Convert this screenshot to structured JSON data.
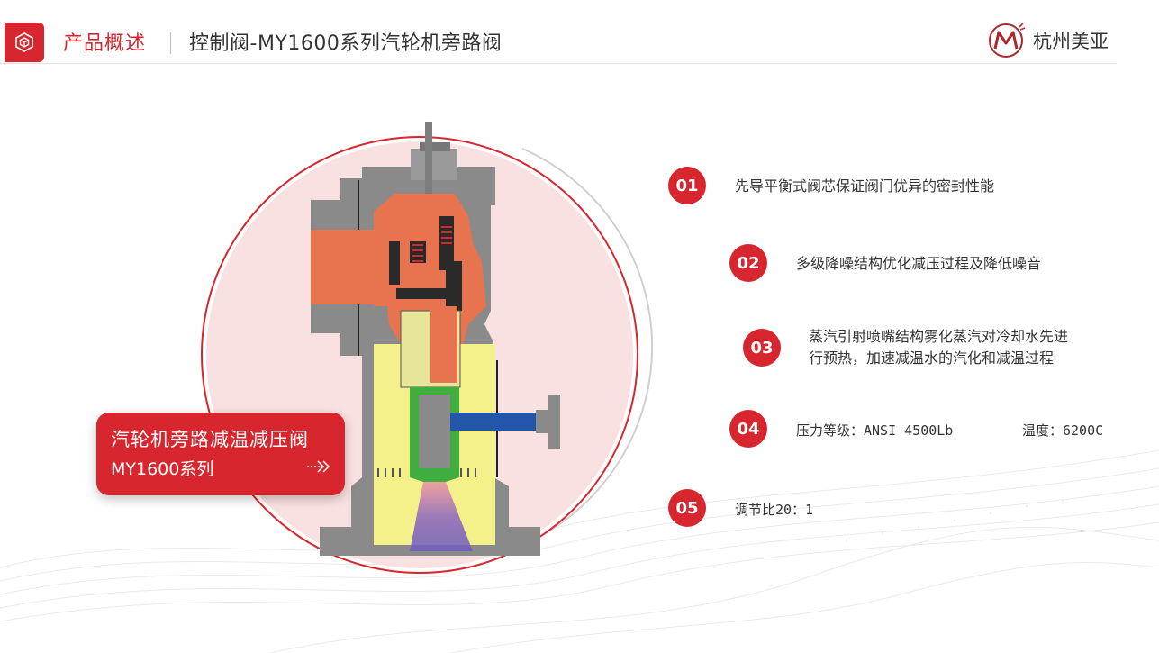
{
  "header": {
    "section_label": "产品概述",
    "page_title": "控制阀-MY1600系列汽轮机旁路阀",
    "logo_text": "杭州美亚",
    "brand_color": "#d7262e"
  },
  "callout": {
    "line1": "汽轮机旁路减温减压阀",
    "line2": "MY1600系列"
  },
  "features": [
    {
      "num": "01",
      "text": "先导平衡式阀芯保证阀门优异的密封性能"
    },
    {
      "num": "02",
      "text": "多级降噪结构优化减压过程及降低噪音"
    },
    {
      "num": "03",
      "text_line1": "蒸汽引射喷嘴结构雾化蒸汽对冷却水先进",
      "text_line2": "行预热，加速减温水的汽化和减温过程"
    },
    {
      "num": "04",
      "pressure": "压力等级：ANSI  4500Lb",
      "temperature": "温度：6200C"
    },
    {
      "num": "05",
      "text": "调节比20：1"
    }
  ],
  "icons": {
    "header_icon": "cube-icon",
    "logo_icon": "m-logo-icon",
    "arrow_icon": "double-chevron-arrow-icon"
  }
}
